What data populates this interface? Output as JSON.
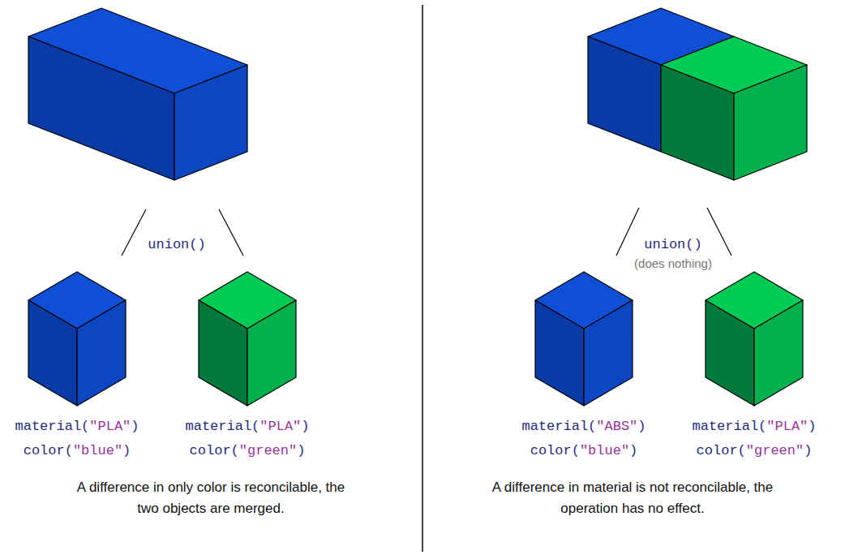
{
  "diagram": {
    "labels": [
      "union()",
      "material(\"PLA\")",
      "color(\"blue\")",
      "material(\"PLA\")",
      "color(\"green\")",
      "A difference in only color is reconcilable, the two objects are merged.",
      "union()",
      "(does nothing)",
      "material(\"ABS\")",
      "color(\"blue\")",
      "material(\"PLA\")",
      "color(\"green\")",
      "A difference in material is not reconcilable, the operation has no effect."
    ]
  }
}
